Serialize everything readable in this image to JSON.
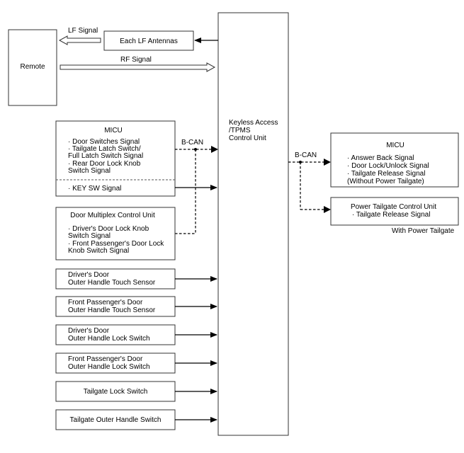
{
  "remote": "Remote",
  "lf_signal": "LF Signal",
  "rf_signal": "RF Signal",
  "lf_antennas": "Each LF Antennas",
  "control_unit": [
    "Keyless Access",
    "/TPMS",
    "Control Unit"
  ],
  "micu_in": {
    "title": "MICU",
    "lines": [
      "· Door Switches Signal",
      "· Tailgate Latch Switch/",
      "Full Latch Switch Signal",
      "· Rear Door Lock Knob",
      "Switch Signal"
    ],
    "key_sw": "· KEY SW Signal"
  },
  "door_multiplex": {
    "title": "Door Multiplex Control Unit",
    "lines": [
      "· Driver's Door Lock Knob",
      "Switch Signal",
      "· Front Passenger's Door Lock",
      "Knob Switch Signal"
    ]
  },
  "bcan_left": "B-CAN",
  "bcan_right": "B-CAN",
  "sensors": [
    [
      "Driver's Door",
      "Outer Handle Touch Sensor"
    ],
    [
      "Front Passenger's Door",
      "Outer Handle Touch Sensor"
    ],
    [
      "Driver's Door",
      "Outer Handle Lock Switch"
    ],
    [
      "Front Passenger's Door",
      "Outer Handle Lock Switch"
    ],
    [
      "Tailgate Lock Switch"
    ],
    [
      "Tailgate Outer Handle Switch"
    ]
  ],
  "micu_out": {
    "title": "MICU",
    "lines": [
      "· Answer Back Signal",
      "· Door Lock/Unlock Signal",
      "· Tailgate Release Signal",
      "(Without Power Tailgate)"
    ]
  },
  "power_tailgate": {
    "title": "Power Tailgate Control Unit",
    "line": "· Tailgate Release Signal",
    "note": "With Power Tailgate"
  }
}
